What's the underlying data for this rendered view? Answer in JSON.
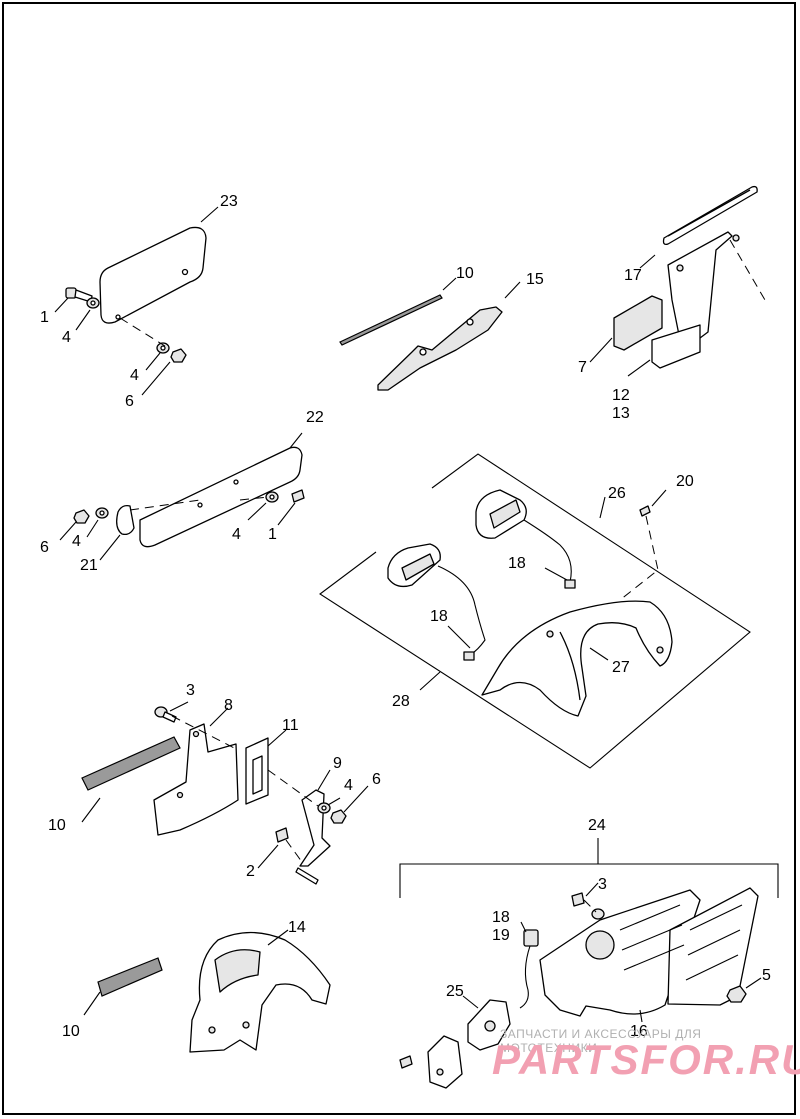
{
  "callouts": {
    "c1a": "1",
    "c4a": "4",
    "c23": "23",
    "c4b": "4",
    "c6a": "6",
    "c10a": "10",
    "c15": "15",
    "c17": "17",
    "c7": "7",
    "c12": "12",
    "c13": "13",
    "c22": "22",
    "c6b": "6",
    "c4c": "4",
    "c21": "21",
    "c4d": "4",
    "c1b": "1",
    "c26": "26",
    "c20": "20",
    "c18a": "18",
    "c18b": "18",
    "c27": "27",
    "c28": "28",
    "c3a": "3",
    "c8": "8",
    "c11": "11",
    "c9": "9",
    "c4e": "4",
    "c6c": "6",
    "c10b": "10",
    "c2": "2",
    "c14": "14",
    "c10c": "10",
    "c24": "24",
    "c3b": "3",
    "c18c": "18",
    "c19": "19",
    "c25": "25",
    "c5": "5",
    "c16": "16"
  },
  "watermark": {
    "caption": "ЗАПЧАСТИ И АКСЕССУАРЫ ДЛЯ МОТОТЕХНИКИ",
    "logo": "PARTSFOR.RU"
  }
}
